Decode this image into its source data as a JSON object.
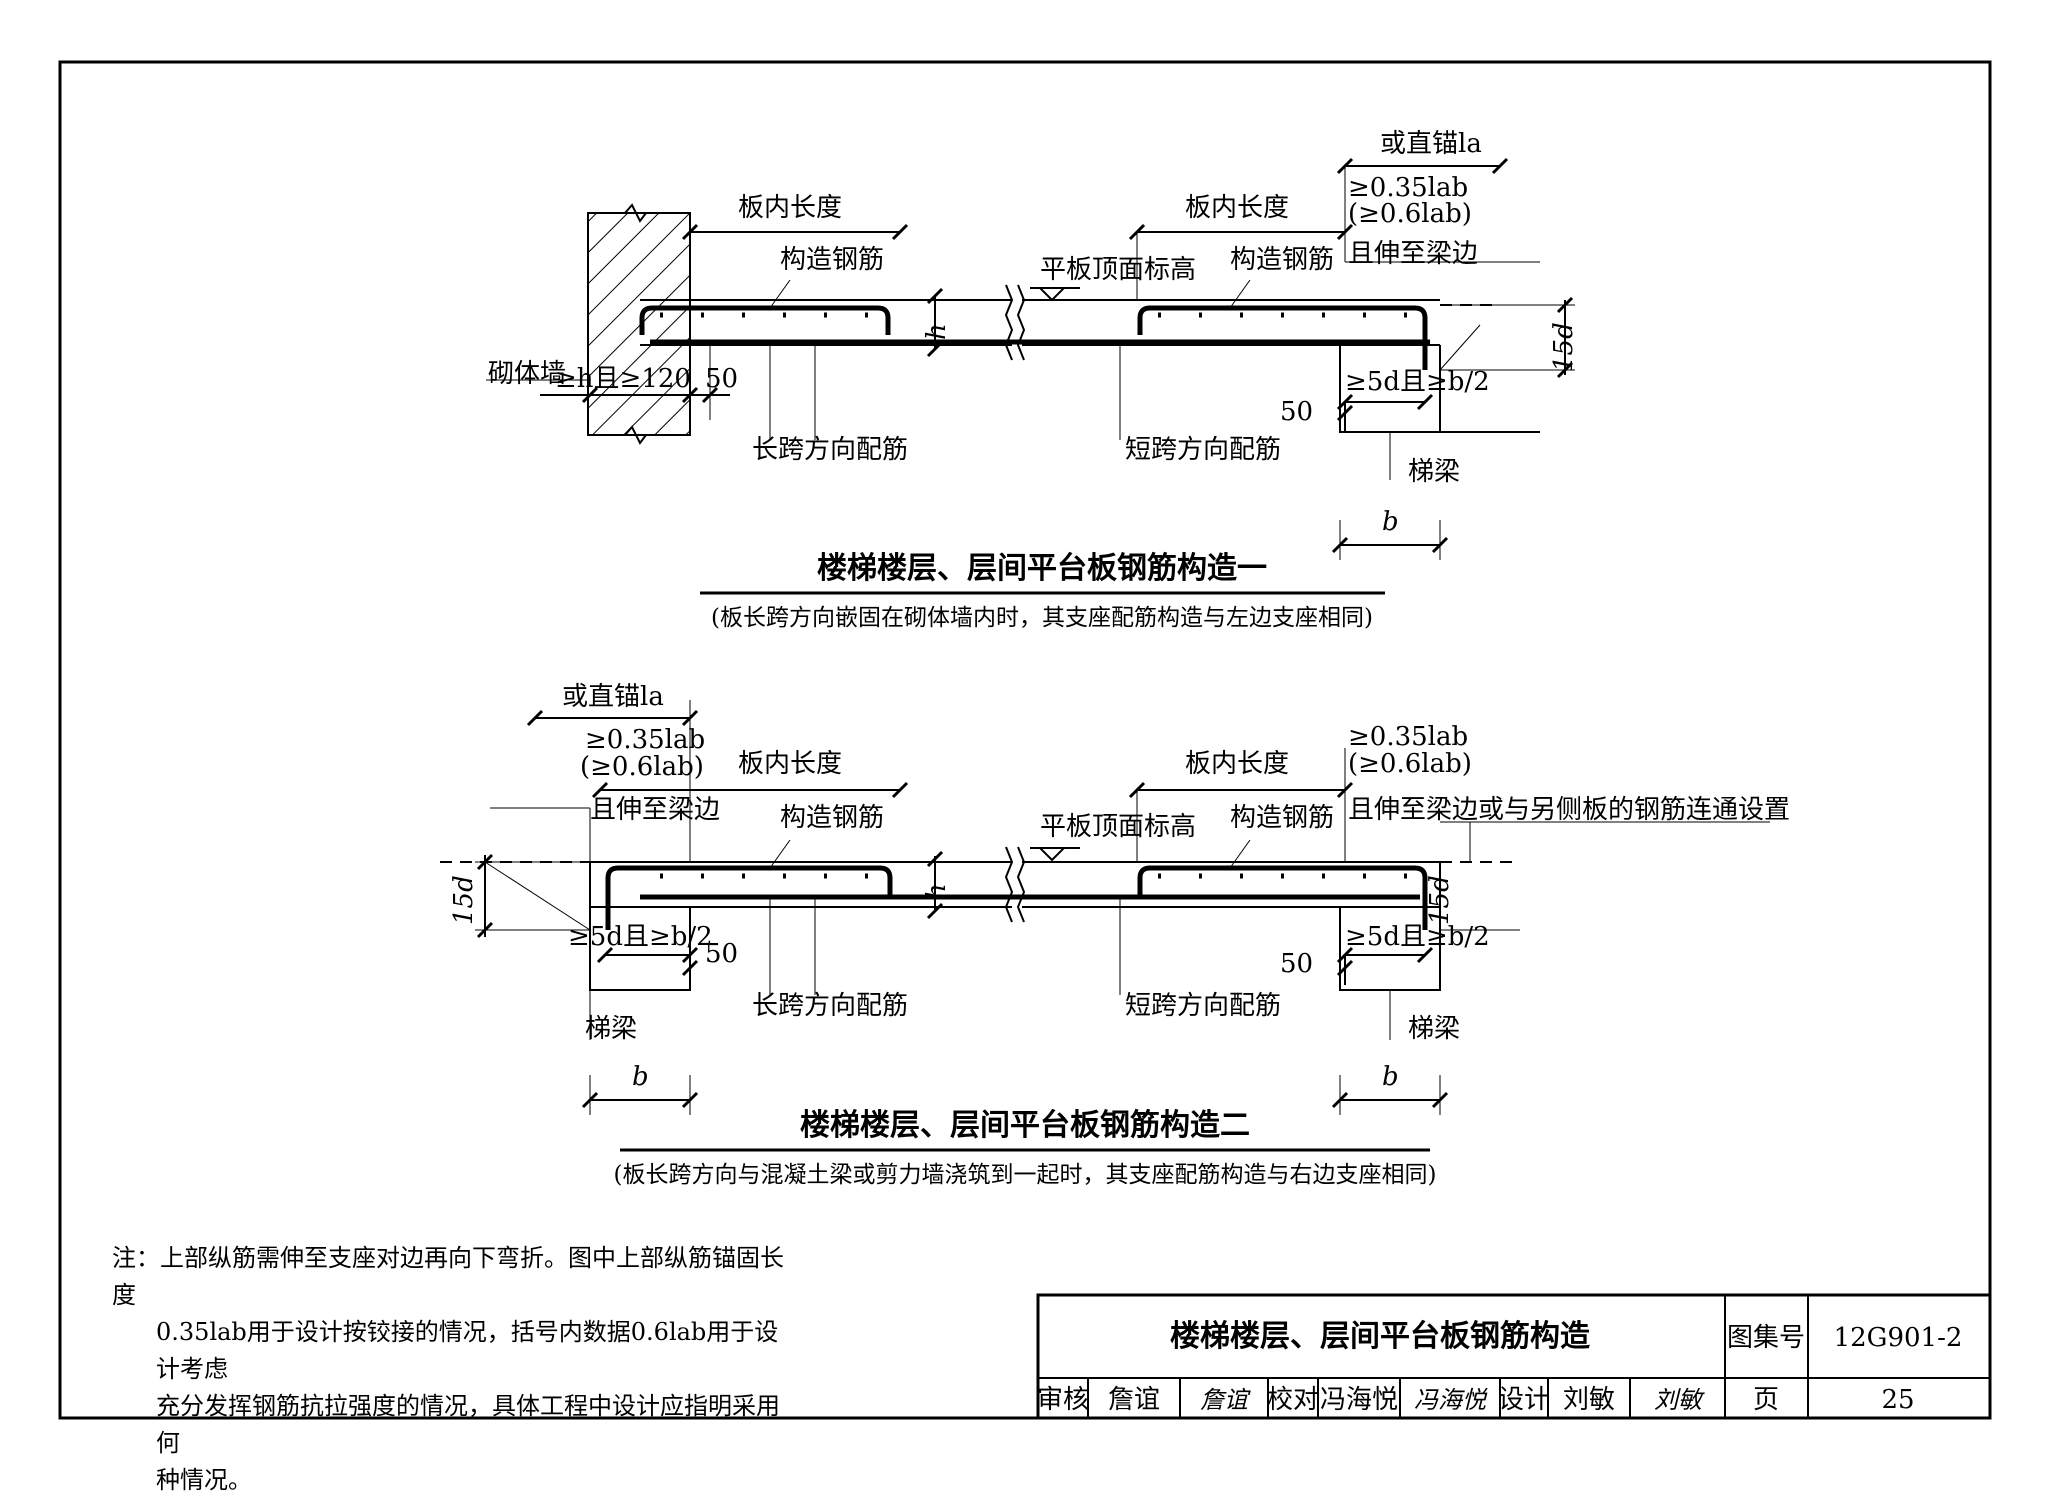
{
  "diagram1": {
    "title": "楼梯楼层、层间平台板钢筋构造一",
    "subtitle": "(板长跨方向嵌固在砌体墙内时，其支座配筋构造与左边支座相同)",
    "labels": {
      "slab_len_left": "板内长度",
      "slab_len_right": "板内长度",
      "constr_bar_left": "构造钢筋",
      "constr_bar_right": "构造钢筋",
      "top_elev": "平板顶面标高",
      "masonry_wall": "砌体墙",
      "wall_embed": "≥h且≥120",
      "dim_50_left": "50",
      "long_span": "长跨方向配筋",
      "short_span": "短跨方向配筋",
      "or_straight": "或直锚la",
      "anchor1": "≥0.35lab",
      "anchor2": "(≥0.6lab)",
      "extend": "且伸至梁边",
      "h": "h",
      "d15": "15d",
      "d5": "≥5d且≥b/2",
      "dim_50_right": "50",
      "stair_beam": "梯梁",
      "b": "b"
    }
  },
  "diagram2": {
    "title": "楼梯楼层、层间平台板钢筋构造二",
    "subtitle": "(板长跨方向与混凝土梁或剪力墙浇筑到一起时，其支座配筋构造与右边支座相同)",
    "labels": {
      "or_straight": "或直锚la",
      "anchor1_left": "≥0.35lab",
      "anchor2_left": "(≥0.6lab)",
      "extend_left": "且伸至梁边",
      "slab_len_left": "板内长度",
      "slab_len_right": "板内长度",
      "constr_bar_left": "构造钢筋",
      "constr_bar_right": "构造钢筋",
      "top_elev": "平板顶面标高",
      "anchor1_right": "≥0.35lab",
      "anchor2_right": "(≥0.6lab)",
      "extend_right": "且伸至梁边",
      "connect": "或与另侧板的钢筋连通设置",
      "h": "h",
      "d15_left": "15d",
      "d15_right": "15d",
      "d5_left": "≥5d且≥b/2",
      "d5_right": "≥5d且≥b/2",
      "dim_50_left": "50",
      "dim_50_right": "50",
      "long_span": "长跨方向配筋",
      "short_span": "短跨方向配筋",
      "stair_beam_left": "梯梁",
      "stair_beam_right": "梯梁",
      "b_left": "b",
      "b_right": "b"
    }
  },
  "note": {
    "line1": "注：上部纵筋需伸至支座对边再向下弯折。图中上部纵筋锚固长度",
    "line2": "0.35lab用于设计按铰接的情况，括号内数据0.6lab用于设计考虑",
    "line3": "充分发挥钢筋抗拉强度的情况，具体工程中设计应指明采用何",
    "line4": "种情况。"
  },
  "title_block": {
    "title": "楼梯楼层、层间平台板钢筋构造",
    "atlas_label": "图集号",
    "atlas_no": "12G901-2",
    "review_label": "审核",
    "reviewer": "詹谊",
    "reviewer_sig": "詹谊",
    "check_label": "校对",
    "checker": "冯海悦",
    "checker_sig": "冯海悦",
    "design_label": "设计",
    "designer": "刘敏",
    "designer_sig": "刘敏",
    "page_label": "页",
    "page_no": "25"
  }
}
